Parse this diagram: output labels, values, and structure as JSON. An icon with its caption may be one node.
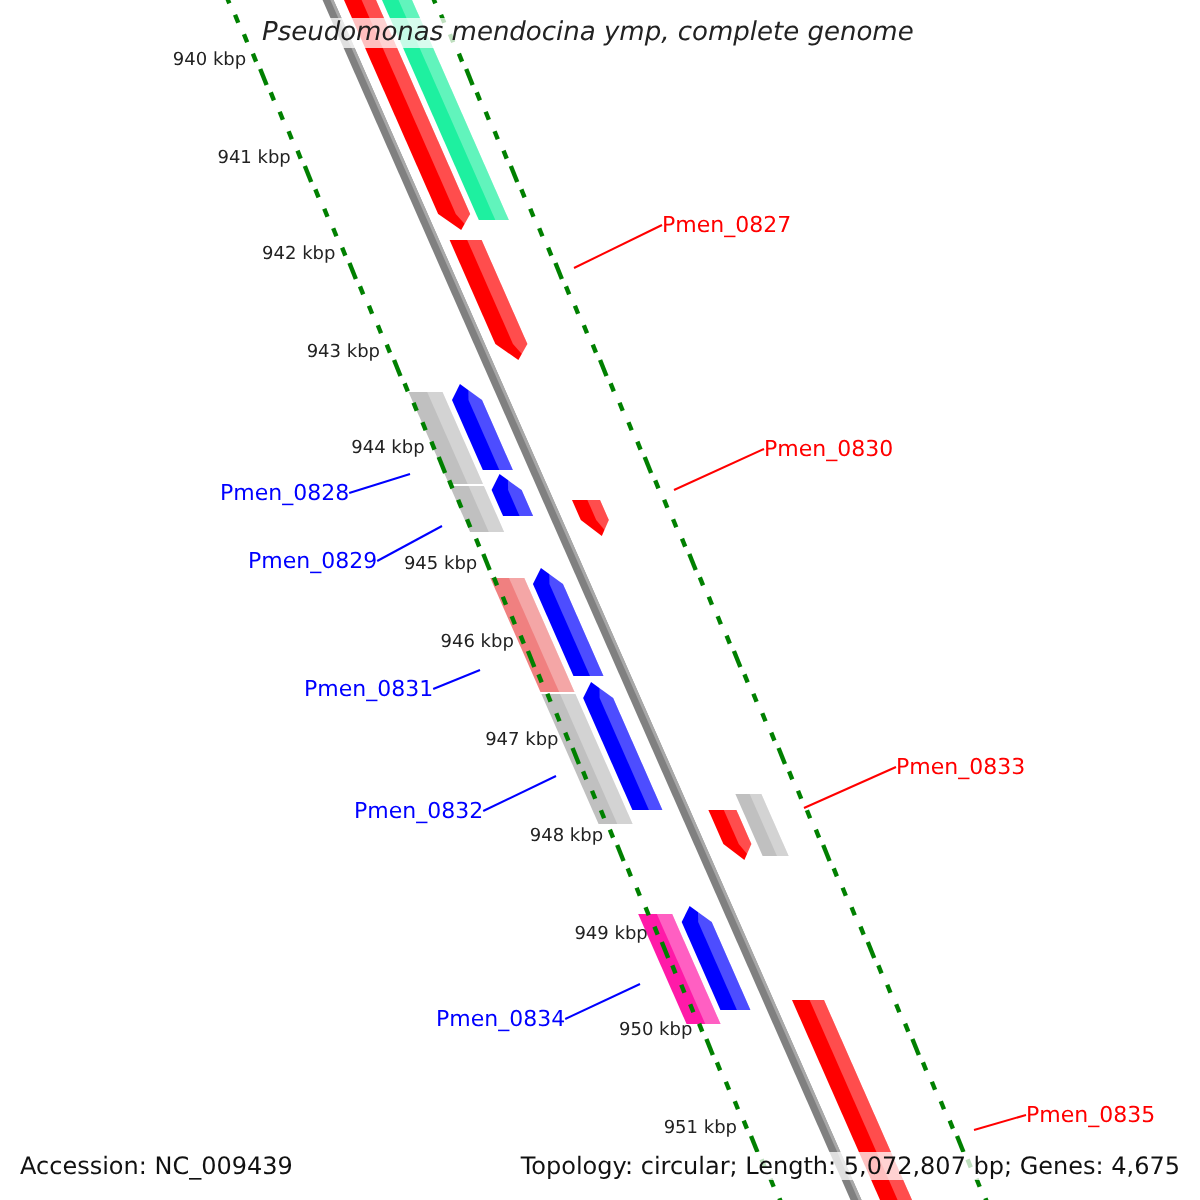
{
  "diagram": {
    "title": "Pseudomonas mendocina ymp, complete genome",
    "nodes": [
      {
        "text": [
          "Pmen_0827"
        ]
      },
      {
        "text": [
          "Pmen_0828"
        ]
      },
      {
        "text": [
          "Pmen_0829"
        ]
      },
      {
        "text": [
          "Pmen_0830"
        ]
      },
      {
        "text": [
          "Pmen_0831"
        ]
      },
      {
        "text": [
          "Pmen_0832"
        ]
      },
      {
        "text": [
          "Pmen_0833"
        ]
      },
      {
        "text": [
          "Pmen_0834"
        ]
      },
      {
        "text": [
          "Pmen_0835"
        ]
      }
    ],
    "edges": [
      {
        "from": 0,
        "to": null,
        "arrow": "none",
        "color": "#ff0000"
      },
      {
        "from": 1,
        "to": null,
        "arrow": "none"
      },
      {
        "from": 2,
        "to": null,
        "arrow": "none"
      },
      {
        "from": 3,
        "to": null,
        "arrow": "none",
        "color": "#ff0000"
      },
      {
        "from": 4,
        "to": null,
        "arrow": "none"
      },
      {
        "from": 5,
        "to": null,
        "arrow": "none"
      },
      {
        "from": 6,
        "to": null,
        "arrow": "none",
        "color": "#ff0000"
      },
      {
        "from": 7,
        "to": null,
        "arrow": "none"
      },
      {
        "from": 8,
        "to": null,
        "arrow": "none",
        "color": "#ff0000"
      }
    ],
    "labels": [
      "940 kbp",
      "941 kbp",
      "942 kbp",
      "943 kbp",
      "944 kbp",
      "945 kbp",
      "946 kbp",
      "947 kbp",
      "948 kbp",
      "949 kbp",
      "950 kbp",
      "951 kbp",
      "Accession: NC_009439",
      "Topology: circular; Length: 5,072,807 bp; Genes: 4,675"
    ]
  }
}
